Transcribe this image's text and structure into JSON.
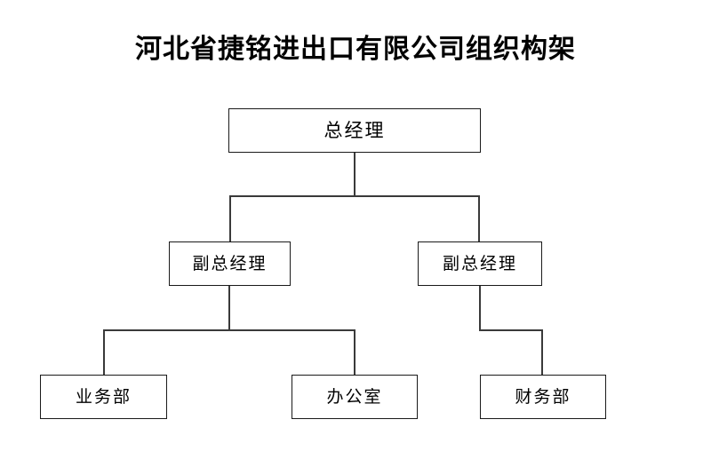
{
  "chart": {
    "title": "河北省捷铭进出口有限公司组织构架",
    "type": "org-chart",
    "colors": {
      "background": "#ffffff",
      "box_border": "#1a1a1a",
      "connector": "#3a3a3a",
      "text": "#000000"
    },
    "levels": [
      {
        "level": 1,
        "nodes": [
          {
            "id": "gm",
            "label": "总经理"
          }
        ]
      },
      {
        "level": 2,
        "nodes": [
          {
            "id": "dgm-left",
            "label": "副总经理"
          },
          {
            "id": "dgm-right",
            "label": "副总经理"
          }
        ]
      },
      {
        "level": 3,
        "nodes": [
          {
            "id": "business",
            "label": "业务部"
          },
          {
            "id": "office",
            "label": "办公室"
          },
          {
            "id": "finance",
            "label": "财务部"
          }
        ]
      }
    ],
    "edges": [
      {
        "from": "gm",
        "to": "dgm-left"
      },
      {
        "from": "gm",
        "to": "dgm-right"
      },
      {
        "from": "dgm-left",
        "to": "business"
      },
      {
        "from": "dgm-left",
        "to": "office"
      },
      {
        "from": "dgm-right",
        "to": "finance"
      }
    ]
  }
}
